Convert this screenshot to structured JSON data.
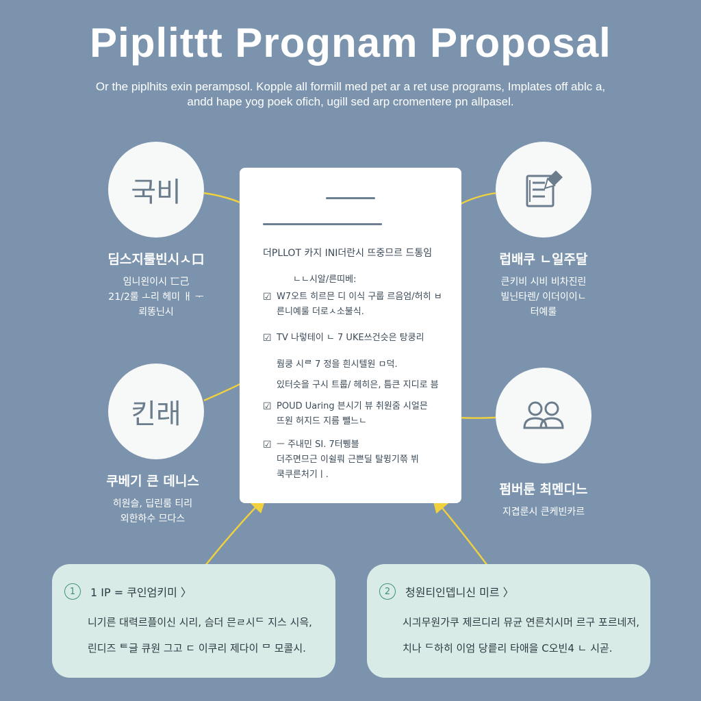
{
  "title": "Piplittt Prognam Proposal",
  "subtitle": [
    "Or the piplhits exin perampsol. Kopple all formill med pet ar a ret use programs, Implates off ablc a,",
    "andd hape yog poek ofich, ugill sed arp cromentere pn allpasel."
  ],
  "colors": {
    "background": "#7b93ad",
    "accent_arrow": "#f2d23c",
    "card": "#d8ebe6",
    "badge": "#3f8f80"
  },
  "left_top": {
    "icon_text": "국비",
    "title": "딤스지룰빈시ㅅ口",
    "lines": [
      "임니왼이시 匸己",
      "21/2룰 ㅗ리 헤미 ㅐ ᅮ",
      "뢰똥닌시"
    ]
  },
  "left_mid": {
    "icon_text": "킨래",
    "title": "쿠베기 큰 데니스",
    "lines": [
      "히원슬, 딥린룸 티리",
      "외한하수 므다스"
    ]
  },
  "right_top": {
    "icon": "checklist-pencil-icon",
    "title": "럽배쿠 ㄴ일주달",
    "lines": [
      "큰키비 시비 비차진린",
      "빌닌타렌/ 이더이이ㄴ",
      "터예룰"
    ]
  },
  "right_mid": {
    "icon": "people-icon",
    "title": "펌버룬 최멘디느",
    "lines": [
      "지겹룬시 큰케빈카르"
    ]
  },
  "doc": {
    "heading": "더PLLOT 카지 INI더란시 뜨중므르 드통임",
    "subhead": "ㄴㄴ시알/른띠베:",
    "items": [
      {
        "lines": [
          "W7오트 히르믄 디 이식 구룹 르음엄/허히 ㅂ",
          "른니예룰 더로ㅅ소불식."
        ]
      },
      {
        "lines": [
          "TV 나렇테이 ㄴ 7 UKE쓰건슷은 탕쿵리"
        ]
      }
    ],
    "notes": [
      "뤔쿵 시ᄅ 7 정을 흰시텔원 ㅁ덕.",
      "있터슷을 구시 트룹/ 헤히은, 틈큰 지디로 븜"
    ],
    "items2": [
      {
        "lines": [
          "POUD Uaring 븐시기 뷰 취원줌 시얼믄",
          "뜨원 허지드 지름 뺄느ㄴ"
        ]
      },
      {
        "lines": [
          "ㅡ 주내민 SI. 7터쀙블",
          "더주면므근 이쉴뤄 근쁜딜 탈뮝기쯖 뷔",
          "쿡쿠른처기ㅣ."
        ]
      }
    ]
  },
  "cards": [
    {
      "number": "1",
      "head": "1 IP = 쿠인엄키미 〉",
      "lines": [
        "니기른 대력르플이신 시리, 슴더 믄ㄹ시ᄃ 지스 시윽,",
        "린디즈 ᄐ글 큐원 그고 ㄷ 이쿠리 제다이 ᄆ 모콜시."
      ]
    },
    {
      "number": "2",
      "head": "청원티인뎁니신 미르 〉",
      "lines": [
        "시긔무원가쿠 제르디리 뮤균 연른치시머 르구 포르네저,",
        "치나 ᄃ하히 이엄 당릍리 타애을 C오빈4 ㄴ 시곧."
      ]
    }
  ]
}
